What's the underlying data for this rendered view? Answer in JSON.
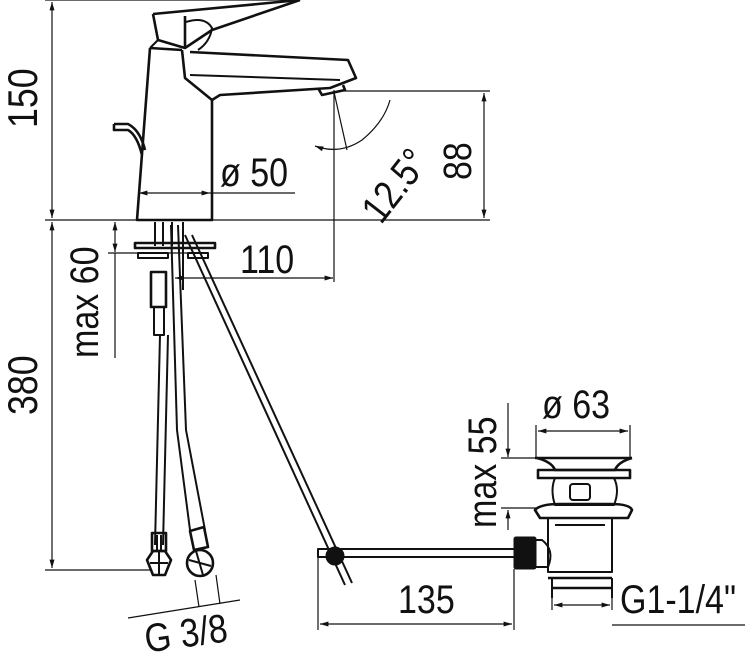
{
  "drawing": {
    "title": "Single-lever basin mixer with pop-up waste — technical dimensions",
    "units": "mm",
    "colors": {
      "line": "#111111",
      "background": "#ffffff"
    }
  },
  "dimensions": {
    "total_height": "150",
    "spout_height": "88",
    "spout_angle": "12.5°",
    "body_diameter": "ø 50",
    "spout_reach": "110",
    "max_deck_thickness": "max 60",
    "hose_length": "380",
    "hose_thread": "G 3/8",
    "waste_diameter": "ø 63",
    "waste_max_thickness": "max 55",
    "rod_length": "135",
    "waste_thread": "G1-1/4\""
  },
  "components": [
    {
      "name": "lever-handle"
    },
    {
      "name": "mixer-body"
    },
    {
      "name": "spout"
    },
    {
      "name": "pop-up-lift-rod"
    },
    {
      "name": "mounting-flange"
    },
    {
      "name": "flexible-hoses"
    },
    {
      "name": "pop-up-waste"
    },
    {
      "name": "linkage-rod"
    }
  ]
}
